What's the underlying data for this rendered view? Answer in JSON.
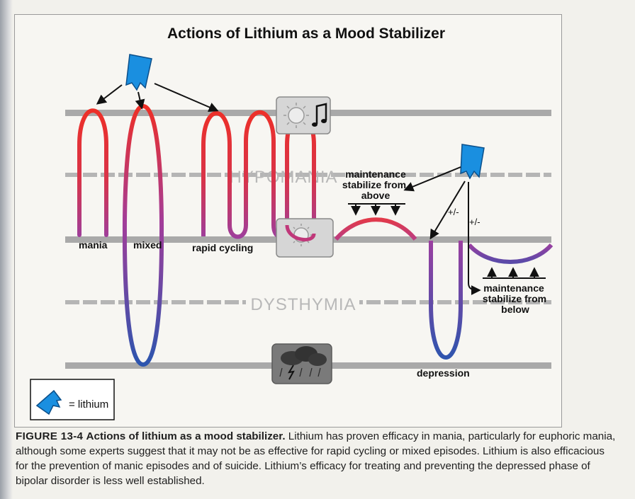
{
  "title": "Actions of Lithium as a Mood Stabilizer",
  "labels": {
    "hypomania": "HYPOMANIA",
    "dysthymia": "DYSTHYMIA",
    "mania": "mania",
    "mixed": "mixed",
    "rapid_cycling": "rapid cycling",
    "depression": "depression",
    "plus_minus": "+/-"
  },
  "maintenance_above": [
    "maintenance",
    "stabilize from",
    "above"
  ],
  "maintenance_below": [
    "maintenance",
    "stabilize from",
    "below"
  ],
  "legend": {
    "text": "= lithium"
  },
  "caption": {
    "figure_label": "FIGURE 13-4",
    "heading": "Actions of lithium as a mood stabilizer.",
    "body": "Lithium has proven efficacy in mania, particularly for euphoric mania, although some experts suggest that it may not be as effective for rapid cycling or mixed episodes. Lithium is also efficacious for the prevention of manic episodes and of suicide. Lithium’s efficacy for treating and preventing the depressed phase of bipolar disorder is less well established."
  },
  "colors": {
    "mania": "#e8312a",
    "mixed_mid": "#9b3fa0",
    "depression": "#2f4fa8",
    "lithium": "#1a8fe0",
    "band": "#a9a9a9"
  },
  "icons": [
    "lithium-icon",
    "sun-music-icon",
    "sun-icon",
    "storm-cloud-icon"
  ]
}
